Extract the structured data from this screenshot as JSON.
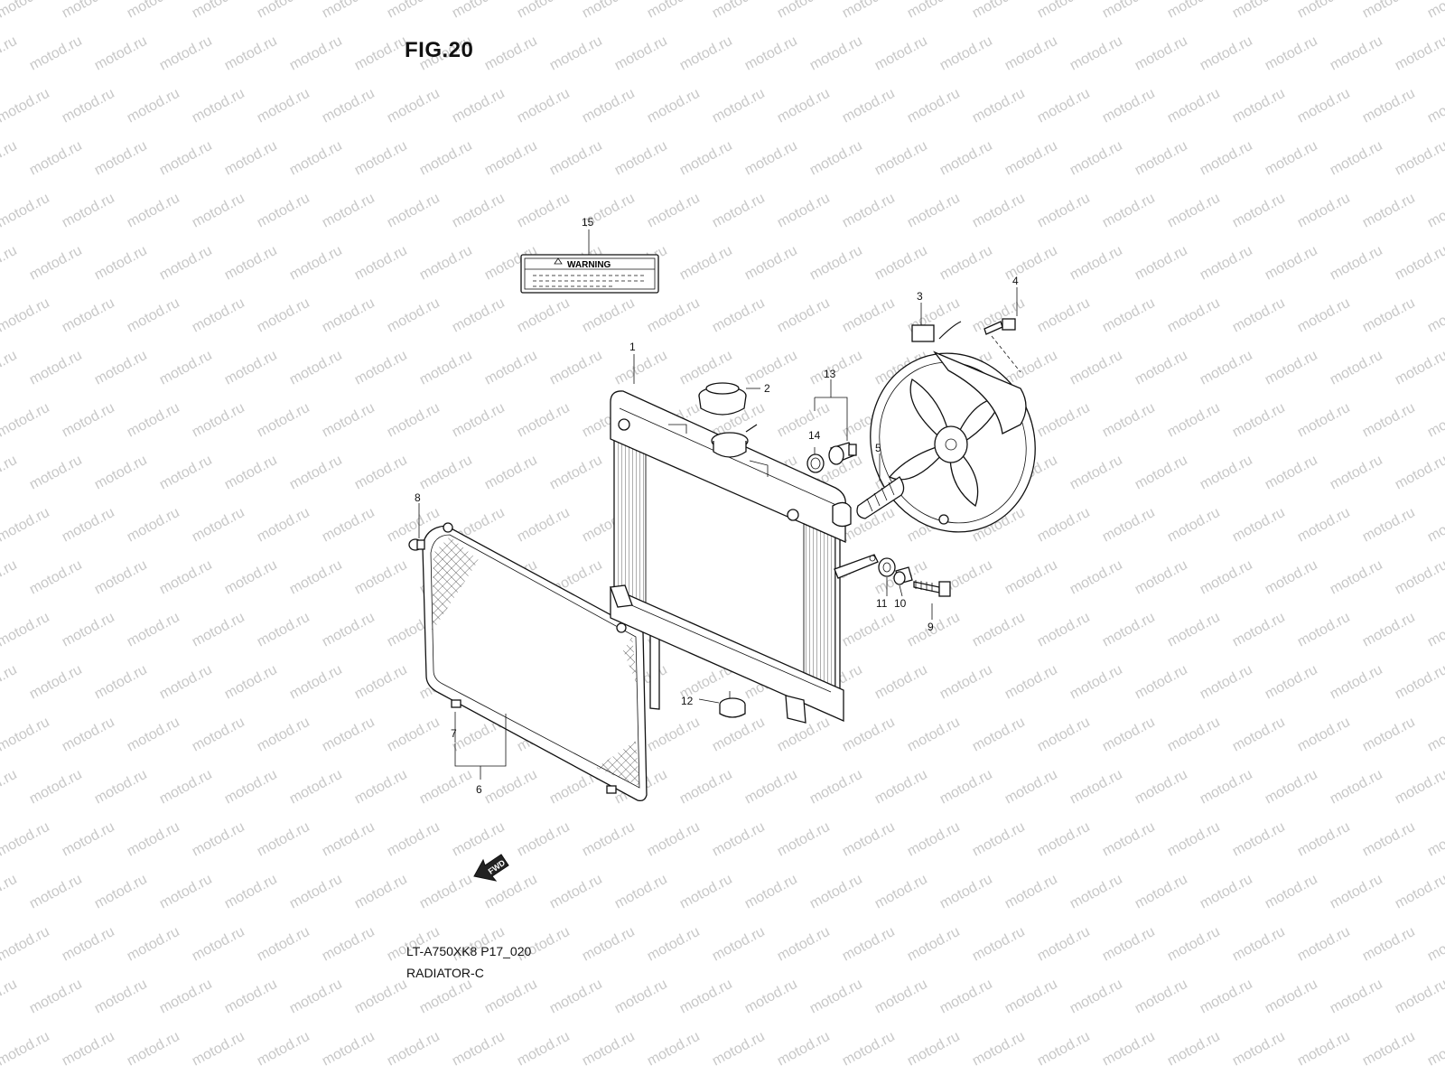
{
  "figure": {
    "title": "FIG.20",
    "model_code": "LT-A750XK8 P17_020",
    "assembly_name": "RADIATOR-C"
  },
  "watermark": {
    "text": "motod.ru",
    "color": "#c8c8c8"
  },
  "warning_label": {
    "text": "WARNING"
  },
  "fwd_arrow": {
    "text": "FWD"
  },
  "callouts": [
    "1",
    "2",
    "3",
    "4",
    "5",
    "6",
    "7",
    "8",
    "9",
    "10",
    "11",
    "12",
    "13",
    "14",
    "15"
  ]
}
